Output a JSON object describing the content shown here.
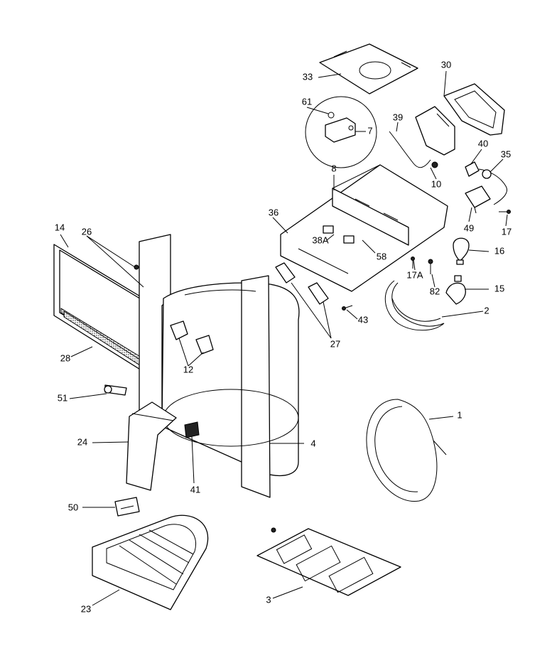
{
  "callouts": [
    {
      "id": "33",
      "label": "33"
    },
    {
      "id": "30",
      "label": "30"
    },
    {
      "id": "61",
      "label": "61"
    },
    {
      "id": "7",
      "label": "7"
    },
    {
      "id": "39",
      "label": "39"
    },
    {
      "id": "40",
      "label": "40"
    },
    {
      "id": "35",
      "label": "35"
    },
    {
      "id": "8",
      "label": "8"
    },
    {
      "id": "10",
      "label": "10"
    },
    {
      "id": "36",
      "label": "36"
    },
    {
      "id": "49",
      "label": "49"
    },
    {
      "id": "17",
      "label": "17"
    },
    {
      "id": "14",
      "label": "14"
    },
    {
      "id": "26",
      "label": "26"
    },
    {
      "id": "38A",
      "label": "38A"
    },
    {
      "id": "58",
      "label": "58"
    },
    {
      "id": "16",
      "label": "16"
    },
    {
      "id": "17A",
      "label": "17A"
    },
    {
      "id": "82",
      "label": "82"
    },
    {
      "id": "15",
      "label": "15"
    },
    {
      "id": "43",
      "label": "43"
    },
    {
      "id": "2",
      "label": "2"
    },
    {
      "id": "28",
      "label": "28"
    },
    {
      "id": "27",
      "label": "27"
    },
    {
      "id": "12",
      "label": "12"
    },
    {
      "id": "51",
      "label": "51"
    },
    {
      "id": "1",
      "label": "1"
    },
    {
      "id": "24",
      "label": "24"
    },
    {
      "id": "4",
      "label": "4"
    },
    {
      "id": "41",
      "label": "41"
    },
    {
      "id": "50",
      "label": "50"
    },
    {
      "id": "23",
      "label": "23"
    },
    {
      "id": "3",
      "label": "3"
    }
  ]
}
